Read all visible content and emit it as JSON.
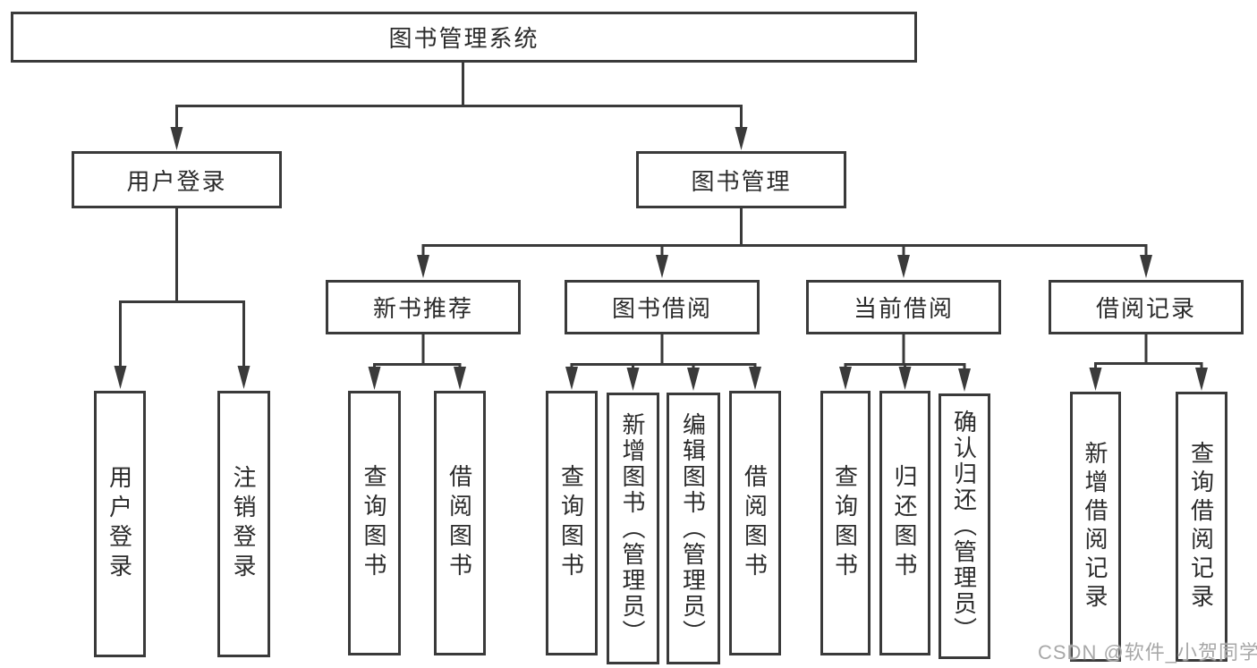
{
  "tree": {
    "label": "图书管理系统",
    "children": [
      {
        "label": "用户登录",
        "children": [
          {
            "label": "用户登录"
          },
          {
            "label": "注销登录"
          }
        ]
      },
      {
        "label": "图书管理",
        "children": [
          {
            "label": "新书推荐",
            "children": [
              {
                "label": "查询图书"
              },
              {
                "label": "借阅图书"
              }
            ]
          },
          {
            "label": "图书借阅",
            "children": [
              {
                "label": "查询图书"
              },
              {
                "label": "新增图书（管理员）"
              },
              {
                "label": "编辑图书（管理员）"
              },
              {
                "label": "借阅图书"
              }
            ]
          },
          {
            "label": "当前借阅",
            "children": [
              {
                "label": "查询图书"
              },
              {
                "label": "归还图书"
              },
              {
                "label": "确认归还（管理员）"
              }
            ]
          },
          {
            "label": "借阅记录",
            "children": [
              {
                "label": "新增借阅记录"
              },
              {
                "label": "查询借阅记录"
              }
            ]
          }
        ]
      }
    ]
  },
  "watermark": {
    "text": "CSDN @软件_小贺同学"
  },
  "colors": {
    "line": "#3a3a3a",
    "text": "#2b2b2b",
    "watermark": "#a8a8a8",
    "bg": "#ffffff"
  }
}
